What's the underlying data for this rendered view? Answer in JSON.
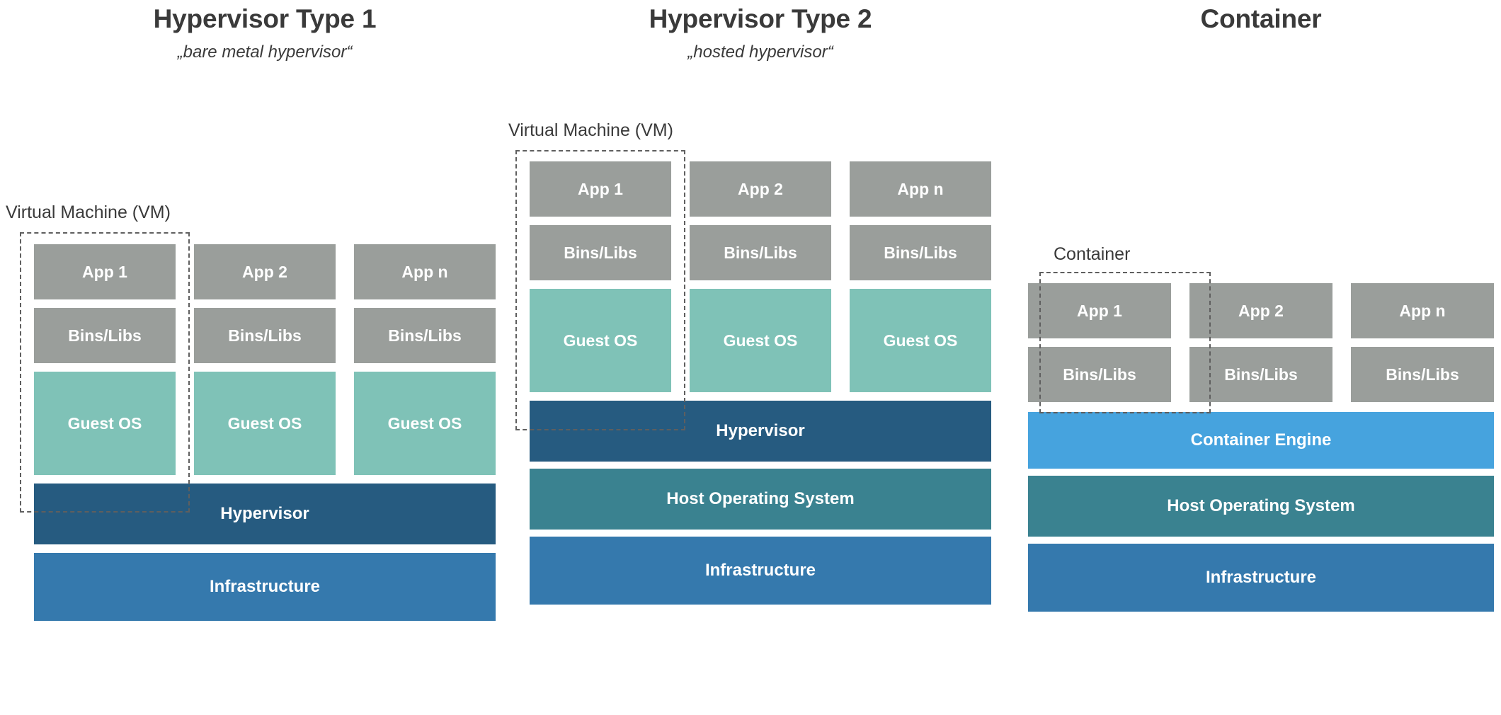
{
  "columns": [
    {
      "id": "hypervisor-type-1",
      "title": "Hypervisor Type 1",
      "subtitle": "„bare metal hypervisor“",
      "group_label": "Virtual Machine (VM)",
      "stacks": [
        {
          "cards": [
            {
              "label": "App 1",
              "style": "grey"
            },
            {
              "label": "Bins/Libs",
              "style": "grey"
            },
            {
              "label": "Guest OS",
              "style": "teal"
            }
          ]
        },
        {
          "cards": [
            {
              "label": "App 2",
              "style": "grey"
            },
            {
              "label": "Bins/Libs",
              "style": "grey"
            },
            {
              "label": "Guest OS",
              "style": "teal"
            }
          ]
        },
        {
          "cards": [
            {
              "label": "App n",
              "style": "grey"
            },
            {
              "label": "Bins/Libs",
              "style": "grey"
            },
            {
              "label": "Guest OS",
              "style": "teal"
            }
          ]
        }
      ],
      "bars": [
        {
          "label": "Hypervisor",
          "style": "hyper"
        },
        {
          "label": "Infrastructure",
          "style": "infra"
        }
      ]
    },
    {
      "id": "hypervisor-type-2",
      "title": "Hypervisor Type 2",
      "subtitle": "„hosted hypervisor“",
      "group_label": "Virtual Machine (VM)",
      "stacks": [
        {
          "cards": [
            {
              "label": "App 1",
              "style": "grey"
            },
            {
              "label": "Bins/Libs",
              "style": "grey"
            },
            {
              "label": "Guest OS",
              "style": "teal"
            }
          ]
        },
        {
          "cards": [
            {
              "label": "App 2",
              "style": "grey"
            },
            {
              "label": "Bins/Libs",
              "style": "grey"
            },
            {
              "label": "Guest OS",
              "style": "teal"
            }
          ]
        },
        {
          "cards": [
            {
              "label": "App n",
              "style": "grey"
            },
            {
              "label": "Bins/Libs",
              "style": "grey"
            },
            {
              "label": "Guest OS",
              "style": "teal"
            }
          ]
        }
      ],
      "bars": [
        {
          "label": "Hypervisor",
          "style": "hyper"
        },
        {
          "label": "Host Operating System",
          "style": "hostos"
        },
        {
          "label": "Infrastructure",
          "style": "infra"
        }
      ]
    },
    {
      "id": "container",
      "title": "Container",
      "subtitle": "",
      "group_label": "Container",
      "stacks": [
        {
          "cards": [
            {
              "label": "App 1",
              "style": "grey"
            },
            {
              "label": "Bins/Libs",
              "style": "grey"
            }
          ]
        },
        {
          "cards": [
            {
              "label": "App 2",
              "style": "grey"
            },
            {
              "label": "Bins/Libs",
              "style": "grey"
            }
          ]
        },
        {
          "cards": [
            {
              "label": "App n",
              "style": "grey"
            },
            {
              "label": "Bins/Libs",
              "style": "grey"
            }
          ]
        }
      ],
      "bars": [
        {
          "label": "Container Engine",
          "style": "engine"
        },
        {
          "label": "Host Operating System",
          "style": "hostos"
        },
        {
          "label": "Infrastructure",
          "style": "infra"
        }
      ]
    }
  ],
  "colors": {
    "app_block": "#9a9e9b",
    "guest_os": "#7fc2b7",
    "hypervisor": "#265b80",
    "host_os": "#3a8290",
    "infrastructure": "#3579ad",
    "container_engine": "#46a3de",
    "dashed_border": "#5f5f5f",
    "background": "#ffffff"
  }
}
